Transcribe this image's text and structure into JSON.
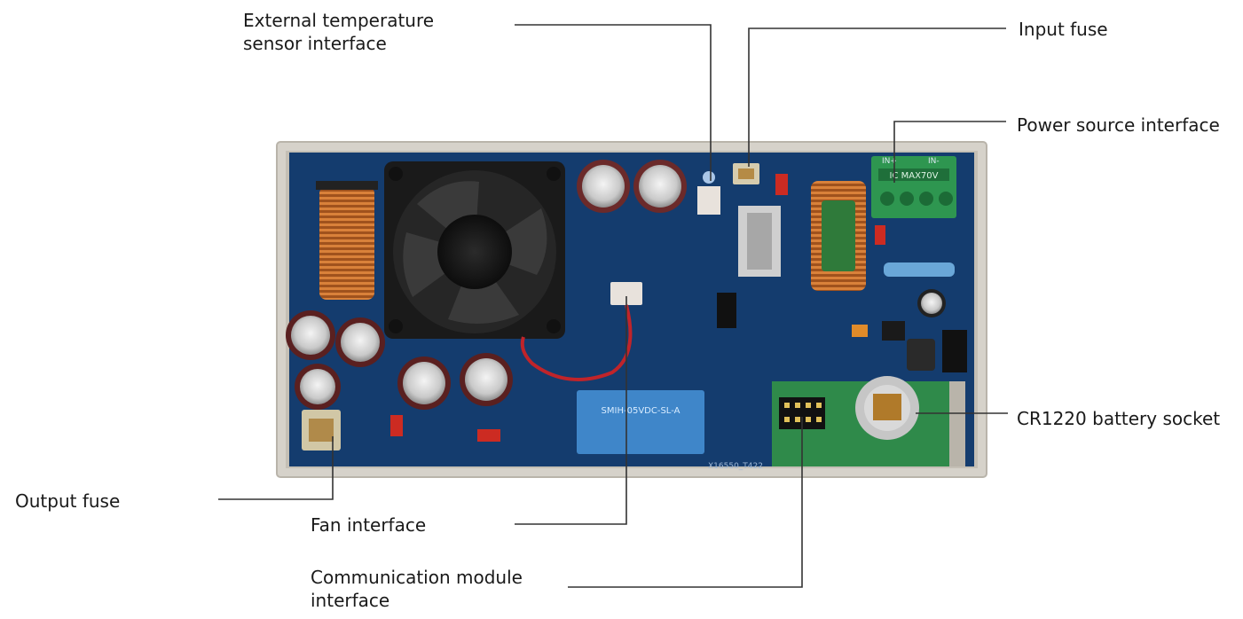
{
  "labels": {
    "ext_temp": [
      "External temperature",
      "sensor interface"
    ],
    "input_fuse": "Input fuse",
    "power_source": "Power source interface",
    "battery": "CR1220 battery socket",
    "output_fuse": "Output fuse",
    "fan": "Fan interface",
    "comm": [
      "Communication module",
      "interface"
    ]
  },
  "board_text": {
    "terminal": "IC MAX70V",
    "in_plus": "IN+",
    "in_minus": "IN-",
    "relay": "SMIH-05VDC-SL-A",
    "pcb_code": "X16550_T422"
  },
  "colors": {
    "pcb": "#143c6e",
    "frame": "#cfcac0",
    "battery_board": "#2a8a45",
    "leader": "#333333"
  }
}
